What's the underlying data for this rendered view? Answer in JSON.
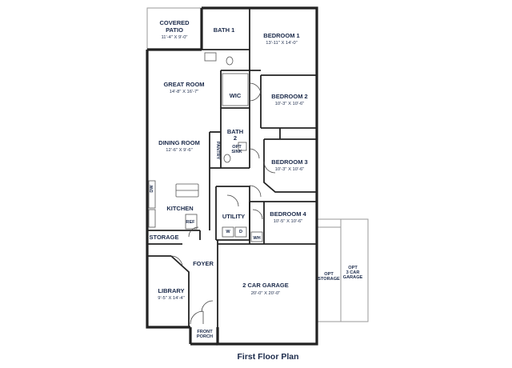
{
  "title": "First Floor Plan",
  "colors": {
    "wall": "#222222",
    "label": "#1b2a4a",
    "optional": "#9a9a9a"
  },
  "rooms": {
    "covered_patio": {
      "name_line1": "COVERED",
      "name_line2": "PATIO",
      "dims": "11'-4\" X 9'-0\""
    },
    "bath1": {
      "name": "BATH 1"
    },
    "bedroom1": {
      "name": "BEDROOM 1",
      "dims": "13'-11\" X 14'-0\""
    },
    "great_room": {
      "name": "GREAT ROOM",
      "dims": "14'-8\" X 16'-7\""
    },
    "wic": {
      "name": "WIC"
    },
    "bedroom2": {
      "name": "BEDROOM 2",
      "dims": "10'-3\" X 10'-6\""
    },
    "bath2": {
      "name_line1": "BATH",
      "name_line2": "2"
    },
    "pantry": {
      "name": "PANTRY"
    },
    "opt_sink": {
      "line1": "OPT",
      "line2": "SINK"
    },
    "dining_room": {
      "name": "DINING ROOM",
      "dims": "12'-6\" X 9'-6\""
    },
    "bedroom3": {
      "name": "BEDROOM 3",
      "dims": "10'-3\" X 10'-6\""
    },
    "dw": {
      "name": "DW"
    },
    "kitchen": {
      "name": "KITCHEN"
    },
    "ref": {
      "name": "REF"
    },
    "utility": {
      "name": "UTILITY"
    },
    "washer": {
      "name": "W"
    },
    "dryer": {
      "name": "D"
    },
    "bedroom4": {
      "name": "BEDROOM 4",
      "dims": "10'-5\" X 10'-6\""
    },
    "storage": {
      "name": "STORAGE"
    },
    "wh": {
      "name": "WH"
    },
    "foyer": {
      "name": "FOYER"
    },
    "library": {
      "name": "LIBRARY",
      "dims": "9'-5\" X 14'-4\""
    },
    "garage": {
      "name": "2 CAR GARAGE",
      "dims": "20'-0\" X 20'-0\""
    },
    "opt_storage": {
      "line1": "OPT",
      "line2": "STORAGE"
    },
    "opt_3car": {
      "line1": "OPT",
      "line2": "3 CAR",
      "line3": "GARAGE"
    },
    "front_porch": {
      "line1": "FRONT",
      "line2": "PORCH"
    }
  }
}
